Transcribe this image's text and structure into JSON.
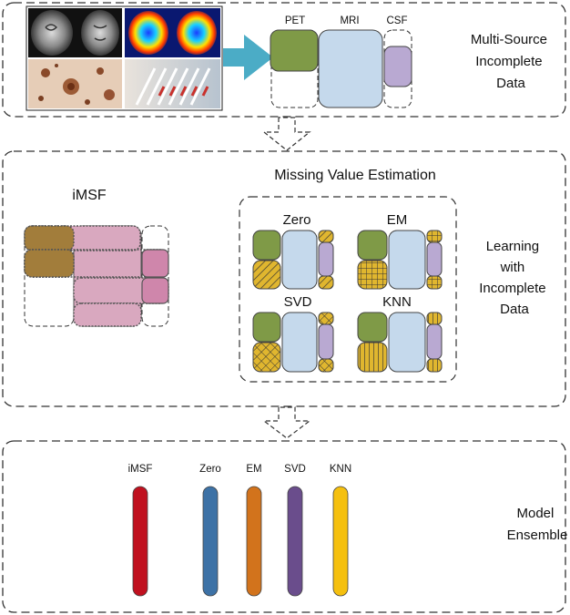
{
  "panels": {
    "top": {
      "label_lines": [
        "Multi-Source",
        "Incomplete",
        "Data"
      ],
      "sources": [
        "PET",
        "MRI",
        "CSF"
      ]
    },
    "middle": {
      "title": "Missing Value Estimation",
      "method_name": "iMSF",
      "label_lines": [
        "Learning",
        "with",
        "Incomplete",
        "Data"
      ],
      "estimators": [
        "Zero",
        "EM",
        "SVD",
        "KNN"
      ]
    },
    "bottom": {
      "label_lines": [
        "Model",
        "Ensemble"
      ],
      "models": [
        {
          "name": "iMSF",
          "color": "#c0111f"
        },
        {
          "name": "Zero",
          "color": "#3d72a6"
        },
        {
          "name": "EM",
          "color": "#d2731c"
        },
        {
          "name": "SVD",
          "color": "#6a4d8c"
        },
        {
          "name": "KNN",
          "color": "#f5c00f"
        }
      ]
    }
  },
  "colors": {
    "pet": "#7f9a47",
    "mri": "#c5d9ec",
    "csf": "#b9a9d2",
    "hatch": "#e0b62f",
    "imsf_pink": "#d9a8bf",
    "imsf_brown": "#a27d3b",
    "imsf_csf": "#cf86ab",
    "arrow": "#4bacc6"
  }
}
